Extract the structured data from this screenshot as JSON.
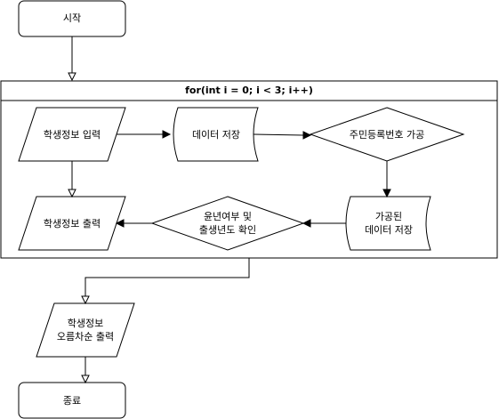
{
  "nodes": {
    "start": "시작",
    "loop": "for(int i = 0; i < 3; i++)",
    "input": "학생정보 입력",
    "store": "데이터 저장",
    "process": "주민등록번호 가공",
    "processed_line1": "가공된",
    "processed_line2": "데이터 저장",
    "check_line1": "윤년여부 및",
    "check_line2": "출생년도 확인",
    "output": "학생정보 출력",
    "sorted_line1": "학생정보",
    "sorted_line2": "오름차순 출력",
    "end": "종료"
  }
}
